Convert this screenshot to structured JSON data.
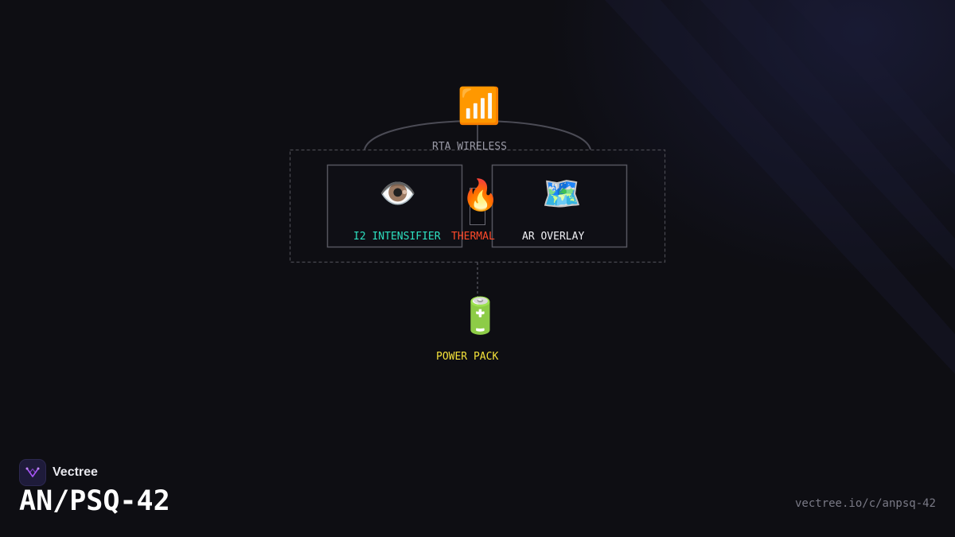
{
  "diagram": {
    "wireless": {
      "icon": "signal-bars-icon",
      "glyph": "📶",
      "label": "RTA WIRELESS",
      "color": "#9a9aa6"
    },
    "intensifier": {
      "icon": "eye-icon",
      "glyph": "👁️",
      "label": "I2 INTENSIFIER",
      "color": "#2de0c0"
    },
    "thermal": {
      "icon": "fire-icon",
      "glyph": "🔥",
      "label": "THERMAL",
      "color": "#ff4a2a"
    },
    "overlay": {
      "icon": "map-icon",
      "glyph": "🗺️",
      "label": "AR OVERLAY",
      "color": "#f0f0f4"
    },
    "power": {
      "icon": "battery-icon",
      "glyph": "🔋",
      "label": "POWER PACK",
      "color": "#f5e23a"
    }
  },
  "brand": {
    "name": "Vectree",
    "logo_icon": "vectree-logo-icon",
    "accent": "#a855f7"
  },
  "product": {
    "title": "AN/PSQ-42",
    "url": "vectree.io/c/anpsq-42"
  }
}
